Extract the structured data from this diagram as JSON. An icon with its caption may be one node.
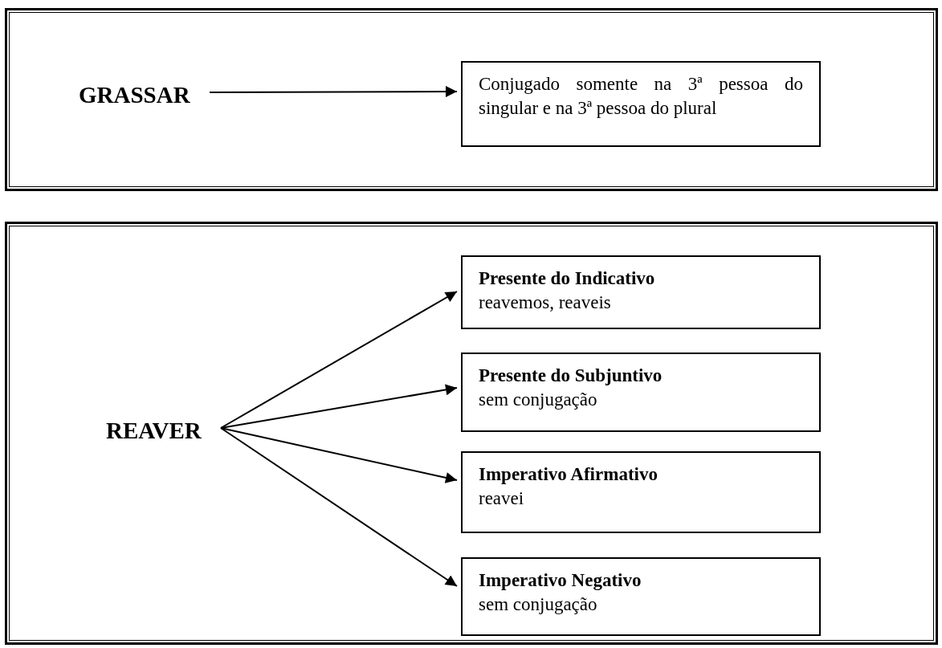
{
  "diagram": {
    "nodes": [
      {
        "text": [],
        "shape": "box"
      },
      {
        "text": [
          "GRASSAR"
        ],
        "in": 0
      },
      {
        "text": [
          "Conjugado somente na 3ª pessoa do singular e na 3ª pessoa do plural"
        ],
        "in": 0
      },
      {
        "text": [],
        "shape": "box"
      },
      {
        "text": [
          "REAVER"
        ],
        "in": 3
      },
      {
        "text": [
          "Presente do Indicativo",
          "reavemos, reaveis"
        ],
        "in": 3
      },
      {
        "text": [
          "Presente do Subjuntivo",
          "sem conjugação"
        ],
        "in": 3
      },
      {
        "text": [
          "Imperativo Afirmativo",
          "reavei"
        ],
        "in": 3
      },
      {
        "text": [
          "Imperativo Negativo",
          "sem conjugação"
        ],
        "in": 3
      }
    ],
    "edges": [
      {
        "from": 1,
        "to": 2,
        "arrow": "to"
      },
      {
        "from": 4,
        "to": 5,
        "arrow": "to"
      },
      {
        "from": 4,
        "to": 6,
        "arrow": "to"
      },
      {
        "from": 4,
        "to": 7,
        "arrow": "to"
      },
      {
        "from": 4,
        "to": 8,
        "arrow": "to"
      }
    ]
  }
}
